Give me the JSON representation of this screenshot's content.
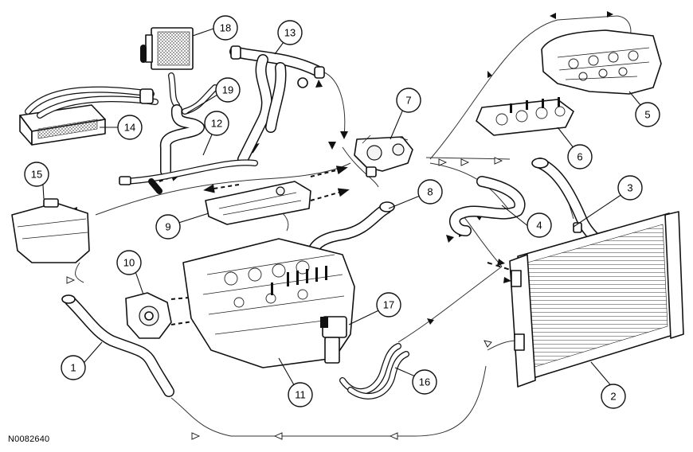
{
  "figure_id": "N0082640",
  "callouts": [
    "1",
    "2",
    "3",
    "4",
    "5",
    "6",
    "7",
    "8",
    "9",
    "10",
    "11",
    "12",
    "13",
    "14",
    "15",
    "16",
    "17",
    "18",
    "19"
  ]
}
